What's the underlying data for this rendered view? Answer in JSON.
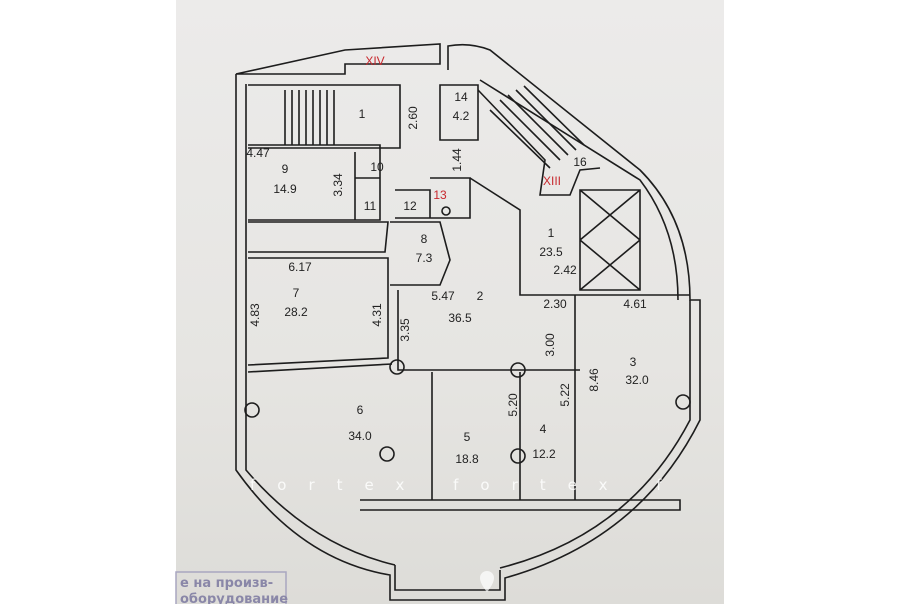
{
  "markers": {
    "section_top": "XIV",
    "section_right": "XIII",
    "room_13": "13"
  },
  "rooms": [
    {
      "num": "1",
      "area": ""
    },
    {
      "num": "14",
      "area": "4.2"
    },
    {
      "num": "9",
      "area": "14.9"
    },
    {
      "num": "10",
      "area": ""
    },
    {
      "num": "11",
      "area": ""
    },
    {
      "num": "12",
      "area": ""
    },
    {
      "num": "16",
      "area": ""
    },
    {
      "num": "8",
      "area": "7.3"
    },
    {
      "num": "1",
      "area": "23.5"
    },
    {
      "num": "7",
      "area": "28.2"
    },
    {
      "num": "2",
      "area": "36.5"
    },
    {
      "num": "3",
      "area": "32.0"
    },
    {
      "num": "6",
      "area": "34.0"
    },
    {
      "num": "5",
      "area": "18.8"
    },
    {
      "num": "4",
      "area": "12.2"
    }
  ],
  "dimensions": {
    "d260": "2.60",
    "d447": "4.47",
    "d334": "3.34",
    "d144": "1.44",
    "d617": "6.17",
    "d242": "2.42",
    "d483": "4.83",
    "d431": "4.31",
    "d547": "5.47",
    "d230": "2.30",
    "d461": "4.61",
    "d335": "3.35",
    "d300": "3.00",
    "d846": "8.46",
    "d520": "5.20",
    "d522": "5.22"
  },
  "watermark": "fortex fortex f",
  "stamp": {
    "line1": "е на произв-",
    "line2": "оборудование"
  }
}
